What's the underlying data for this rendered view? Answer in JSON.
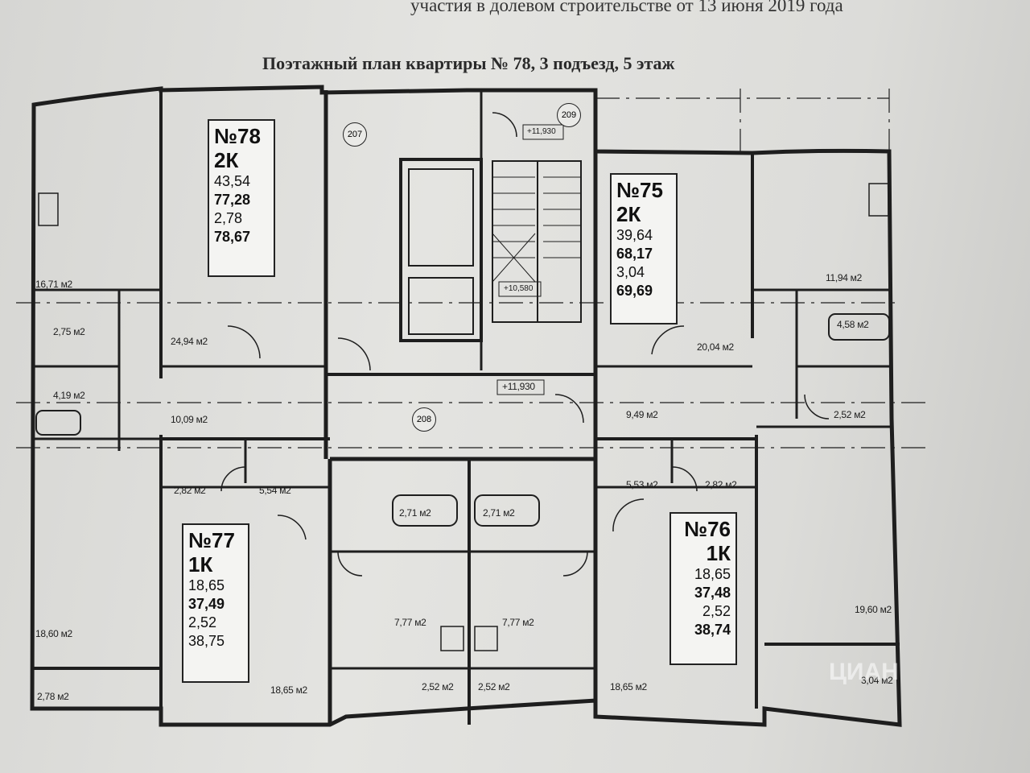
{
  "header": {
    "top_text": "участия в долевом строительстве от 13 июня 2019 года",
    "plan_title": "Поэтажный план квартиры № 78, 3 подъезд, 5 этаж"
  },
  "apartments": [
    {
      "id": "78",
      "number": "№78",
      "type": "2К",
      "values": [
        "43,54",
        "77,28",
        "2,78",
        "78,67"
      ]
    },
    {
      "id": "75",
      "number": "№75",
      "type": "2К",
      "values": [
        "39,64",
        "68,17",
        "3,04",
        "69,69"
      ]
    },
    {
      "id": "77",
      "number": "№77",
      "type": "1К",
      "values": [
        "18,65",
        "37,49",
        "2,52",
        "38,75"
      ]
    },
    {
      "id": "76",
      "number": "№76",
      "type": "1К",
      "values": [
        "18,65",
        "37,48",
        "2,52",
        "38,74"
      ]
    }
  ],
  "room_areas": {
    "r1": "16,71 м2",
    "r2": "2,75 м2",
    "r3": "4,19 м2",
    "r4": "24,94 м2",
    "r5": "10,09 м2",
    "r6": "11,94 м2",
    "r7": "4,58 м2",
    "r8": "20,04 м2",
    "r9": "9,49 м2",
    "r10": "2,52 м2",
    "r11": "2,82 м2",
    "r12": "5,54 м2",
    "r13": "5,53 м2",
    "r14": "2,82 м2",
    "r15": "2,71 м2",
    "r16": "2,71 м2",
    "r17": "18,60 м2",
    "r18": "7,77 м2",
    "r19": "7,77 м2",
    "r20": "19,60 м2",
    "r21": "2,78 м2",
    "r22": "18,65 м2",
    "r23": "2,52 м2",
    "r24": "2,52 м2",
    "r25": "18,65 м2",
    "r26": "3,04 м2"
  },
  "level_marks": {
    "m1": "+11,930",
    "m2": "+10,580",
    "m3": "+11,930"
  },
  "section_tags": {
    "t207": "207",
    "t209": "209",
    "t208": "208"
  },
  "watermark": "ЦИАН"
}
